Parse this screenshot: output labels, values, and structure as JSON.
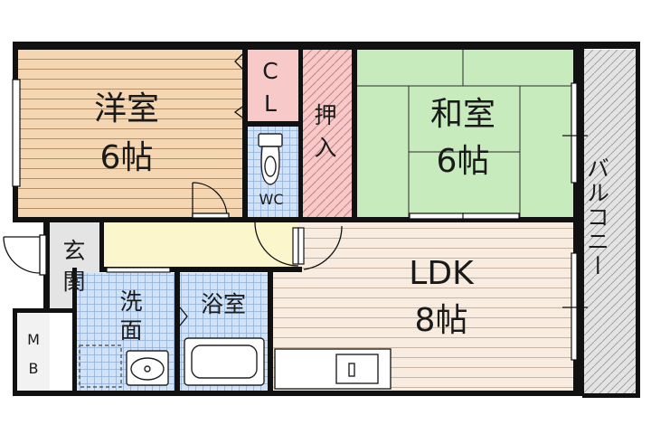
{
  "rooms": {
    "western": {
      "name": "洋室",
      "size": "6帖"
    },
    "closet": {
      "c": "C",
      "l": "L"
    },
    "oshiire": {
      "l1": "押",
      "l2": "入"
    },
    "japanese": {
      "name": "和室",
      "size": "6帖"
    },
    "wc": {
      "label": "WC"
    },
    "balcony": {
      "label": "バルコニー"
    },
    "entrance": {
      "l1": "玄",
      "l2": "関"
    },
    "mb": {
      "l1": "M",
      "l2": "B"
    },
    "washroom": {
      "l1": "洗",
      "l2": "面"
    },
    "bath": {
      "label": "浴室"
    },
    "ldk": {
      "name": "LDK",
      "size": "8帖"
    }
  },
  "colors": {
    "western_floor": "#f4d6b2",
    "japanese_floor": "#c8ebbe",
    "closet_floor": "#f7c9c9",
    "wet_area_floor": "#d2e2f4",
    "hallway_floor": "#fbf6cc",
    "ldk_floor": "#f7ecdf",
    "balcony_floor": "#e3e3e3",
    "wall": "#111111"
  }
}
